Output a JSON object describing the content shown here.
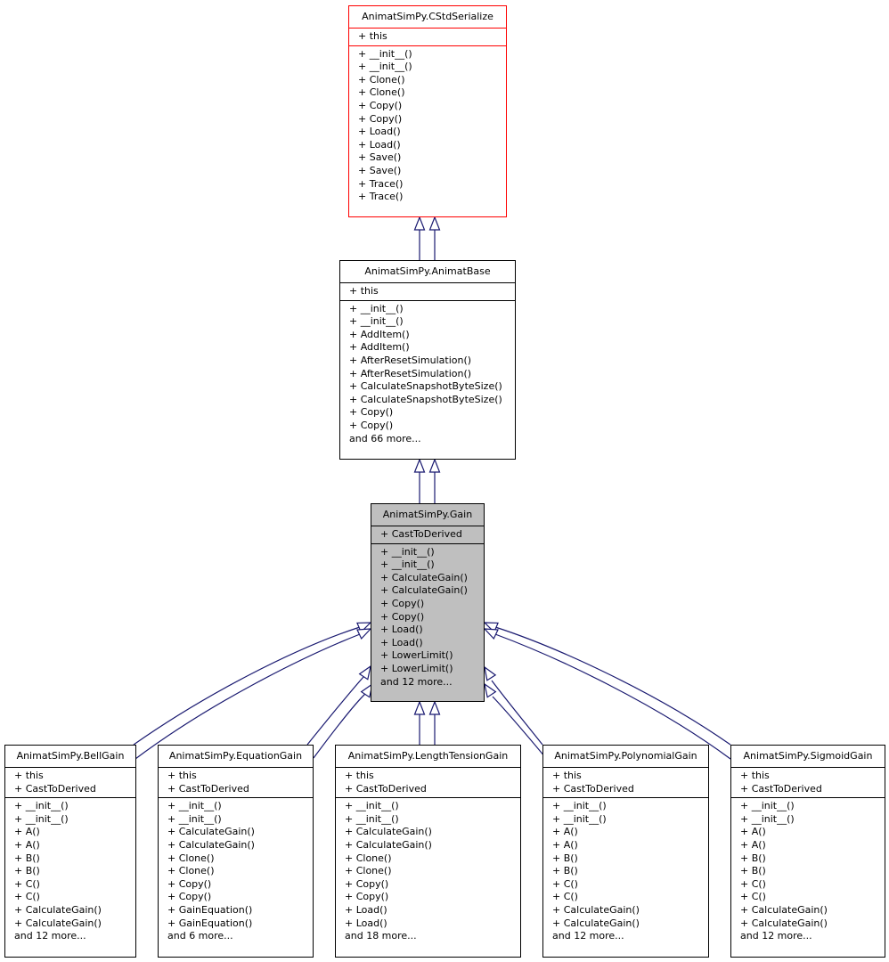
{
  "colors": {
    "edge": "#191970",
    "focus_fill": "#bfbfbf",
    "base_border": "#ff0000"
  },
  "classes": [
    {
      "id": "cstd",
      "title": "AnimatSimPy.CStdSerialize",
      "attrs": [
        "+ this"
      ],
      "methods": [
        "+ __init__()",
        "+ __init__()",
        "+ Clone()",
        "+ Clone()",
        "+ Copy()",
        "+ Copy()",
        "+ Load()",
        "+ Load()",
        "+ Save()",
        "+ Save()",
        "+ Trace()",
        "+ Trace()"
      ]
    },
    {
      "id": "animatbase",
      "title": "AnimatSimPy.AnimatBase",
      "attrs": [
        "+ this"
      ],
      "methods": [
        "+ __init__()",
        "+ __init__()",
        "+ AddItem()",
        "+ AddItem()",
        "+ AfterResetSimulation()",
        "+ AfterResetSimulation()",
        "+ CalculateSnapshotByteSize()",
        "+ CalculateSnapshotByteSize()",
        "+ Copy()",
        "+ Copy()",
        "and 66 more..."
      ]
    },
    {
      "id": "gain",
      "title": "AnimatSimPy.Gain",
      "attrs": [
        "+ CastToDerived"
      ],
      "methods": [
        "+ __init__()",
        "+ __init__()",
        "+ CalculateGain()",
        "+ CalculateGain()",
        "+ Copy()",
        "+ Copy()",
        "+ Load()",
        "+ Load()",
        "+ LowerLimit()",
        "+ LowerLimit()",
        "and 12 more..."
      ]
    },
    {
      "id": "bell",
      "title": "AnimatSimPy.BellGain",
      "attrs": [
        "+ this",
        "+ CastToDerived"
      ],
      "methods": [
        "+ __init__()",
        "+ __init__()",
        "+ A()",
        "+ A()",
        "+ B()",
        "+ B()",
        "+ C()",
        "+ C()",
        "+ CalculateGain()",
        "+ CalculateGain()",
        "and 12 more..."
      ]
    },
    {
      "id": "equation",
      "title": "AnimatSimPy.EquationGain",
      "attrs": [
        "+ this",
        "+ CastToDerived"
      ],
      "methods": [
        "+ __init__()",
        "+ __init__()",
        "+ CalculateGain()",
        "+ CalculateGain()",
        "+ Clone()",
        "+ Clone()",
        "+ Copy()",
        "+ Copy()",
        "+ GainEquation()",
        "+ GainEquation()",
        "and 6 more..."
      ]
    },
    {
      "id": "length",
      "title": "AnimatSimPy.LengthTensionGain",
      "attrs": [
        "+ this",
        "+ CastToDerived"
      ],
      "methods": [
        "+ __init__()",
        "+ __init__()",
        "+ CalculateGain()",
        "+ CalculateGain()",
        "+ Clone()",
        "+ Clone()",
        "+ Copy()",
        "+ Copy()",
        "+ Load()",
        "+ Load()",
        "and 18 more..."
      ]
    },
    {
      "id": "poly",
      "title": "AnimatSimPy.PolynomialGain",
      "attrs": [
        "+ this",
        "+ CastToDerived"
      ],
      "methods": [
        "+ __init__()",
        "+ __init__()",
        "+ A()",
        "+ A()",
        "+ B()",
        "+ B()",
        "+ C()",
        "+ C()",
        "+ CalculateGain()",
        "+ CalculateGain()",
        "and 12 more..."
      ]
    },
    {
      "id": "sigmoid",
      "title": "AnimatSimPy.SigmoidGain",
      "attrs": [
        "+ this",
        "+ CastToDerived"
      ],
      "methods": [
        "+ __init__()",
        "+ __init__()",
        "+ A()",
        "+ A()",
        "+ B()",
        "+ B()",
        "+ C()",
        "+ C()",
        "+ CalculateGain()",
        "+ CalculateGain()",
        "and 12 more..."
      ]
    }
  ]
}
